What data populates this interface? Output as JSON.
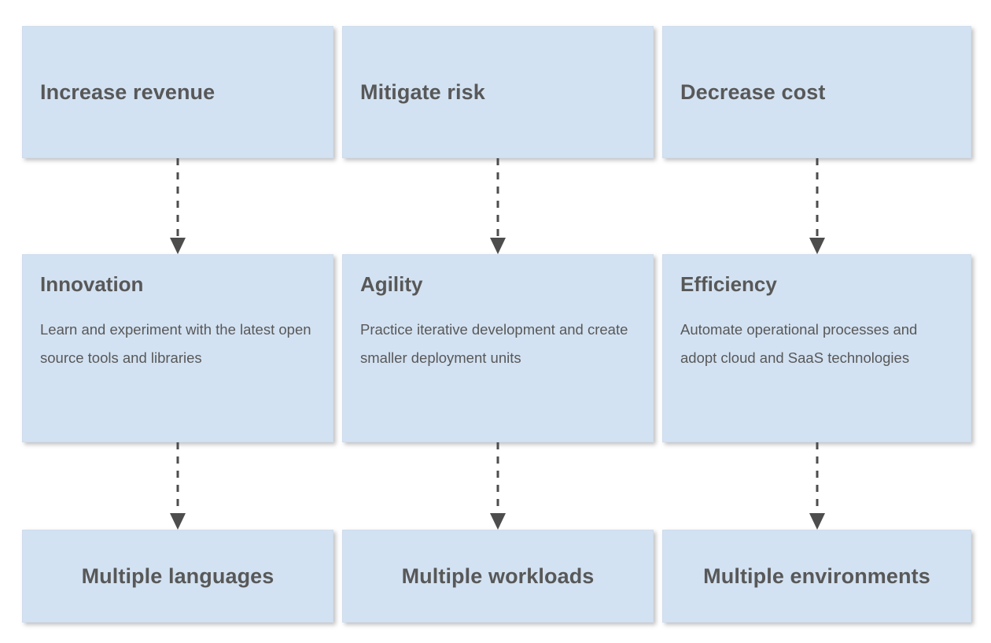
{
  "diagram": {
    "type": "flow-diagram",
    "orientation": "top-to-bottom",
    "columns": 3,
    "rows": 3,
    "colors": {
      "node_fill": "#d3e2f2",
      "node_border": "#cfdced",
      "text": "#585858",
      "connector": "#4d4d4d",
      "background": "#ffffff"
    },
    "connector_style": "dashed-arrow"
  },
  "rows": {
    "goals": [
      {
        "label": "Increase revenue"
      },
      {
        "label": "Mitigate risk"
      },
      {
        "label": "Decrease cost"
      }
    ],
    "capabilities": [
      {
        "title": "Innovation",
        "description": "Learn and experiment with the latest open source tools and libraries"
      },
      {
        "title": "Agility",
        "description": "Practice iterative development and create smaller deployment units"
      },
      {
        "title": "Efficiency",
        "description": "Automate operational processes and adopt cloud and SaaS technologies"
      }
    ],
    "outcomes": [
      {
        "label": "Multiple languages"
      },
      {
        "label": "Multiple workloads"
      },
      {
        "label": "Multiple environments"
      }
    ]
  },
  "connectors": [
    {
      "from": "Increase revenue",
      "to": "Innovation"
    },
    {
      "from": "Mitigate risk",
      "to": "Agility"
    },
    {
      "from": "Decrease cost",
      "to": "Efficiency"
    },
    {
      "from": "Innovation",
      "to": "Multiple languages"
    },
    {
      "from": "Agility",
      "to": "Multiple workloads"
    },
    {
      "from": "Efficiency",
      "to": "Multiple environments"
    }
  ]
}
